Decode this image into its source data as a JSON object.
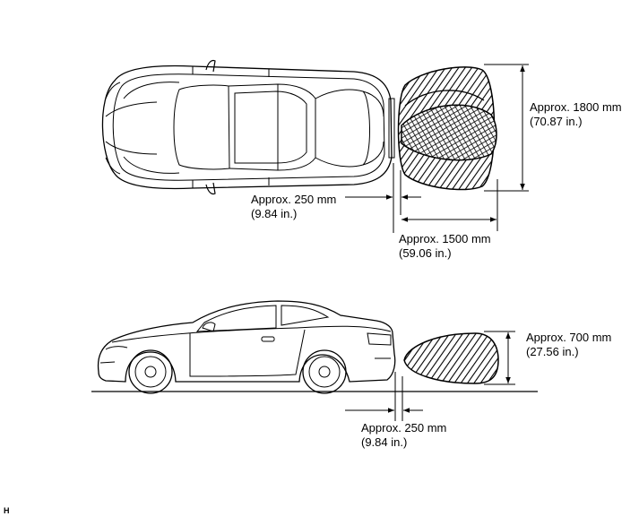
{
  "top_view": {
    "width_label": "Approx. 1800 mm",
    "width_label_in": "(70.87 in.)",
    "offset_label": "Approx. 250 mm",
    "offset_label_in": "(9.84 in.)",
    "length_label": "Approx. 1500 mm",
    "length_label_in": "(59.06 in.)"
  },
  "side_view": {
    "height_label": "Approx. 700 mm",
    "height_label_in": "(27.56 in.)",
    "offset_label": "Approx. 250 mm",
    "offset_label_in": "(9.84 in.)"
  },
  "corner_mark": "H"
}
